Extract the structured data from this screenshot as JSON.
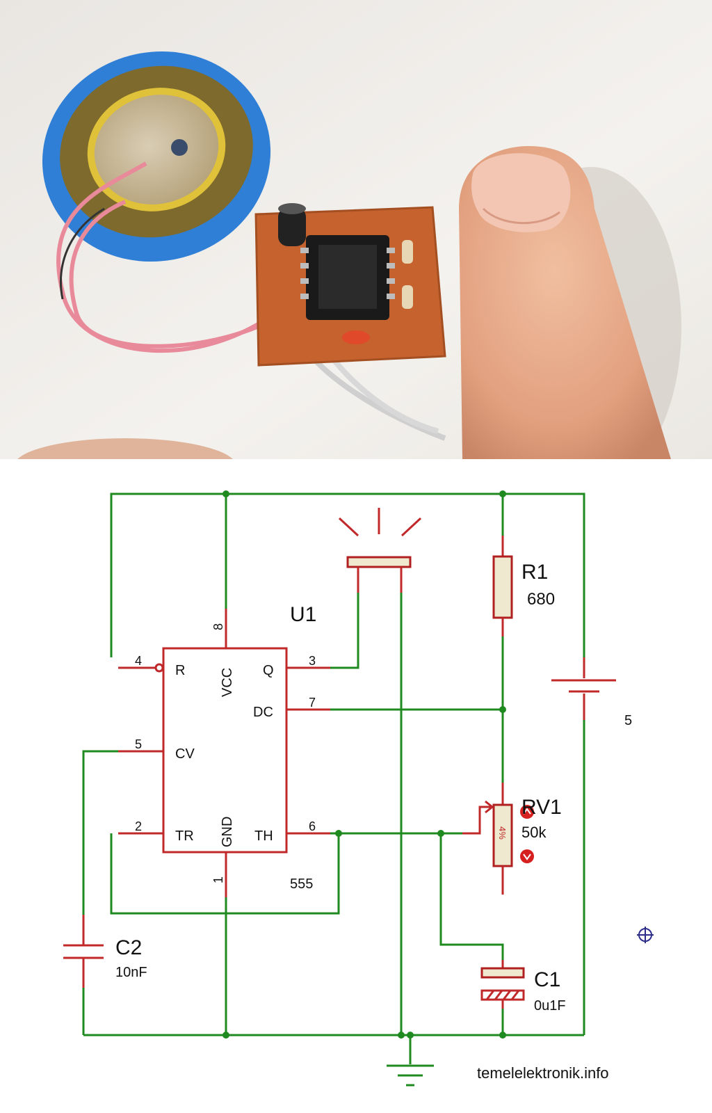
{
  "schematic": {
    "u1": {
      "ref": "U1",
      "value": "555"
    },
    "pins": {
      "p4": "4",
      "p8": "8",
      "p3": "3",
      "p7": "7",
      "p5": "5",
      "p2": "2",
      "p6": "6",
      "p1": "1"
    },
    "pin_names": {
      "r": "R",
      "vcc": "VCC",
      "q": "Q",
      "dc": "DC",
      "cv": "CV",
      "tr": "TR",
      "gnd": "GND",
      "th": "TH"
    },
    "r1": {
      "ref": "R1",
      "value": "680"
    },
    "rv1": {
      "ref": "RV1",
      "value": "50k",
      "position": "4%"
    },
    "battery": {
      "value": "5"
    },
    "c1": {
      "ref": "C1",
      "value": "0u1F"
    },
    "c2": {
      "ref": "C2",
      "value": "10nF"
    },
    "watermark": "temelelektronik.info",
    "colors": {
      "wire": "#1f8a1f",
      "component": "#c0282a",
      "body_fill": "#efe9cf"
    }
  }
}
